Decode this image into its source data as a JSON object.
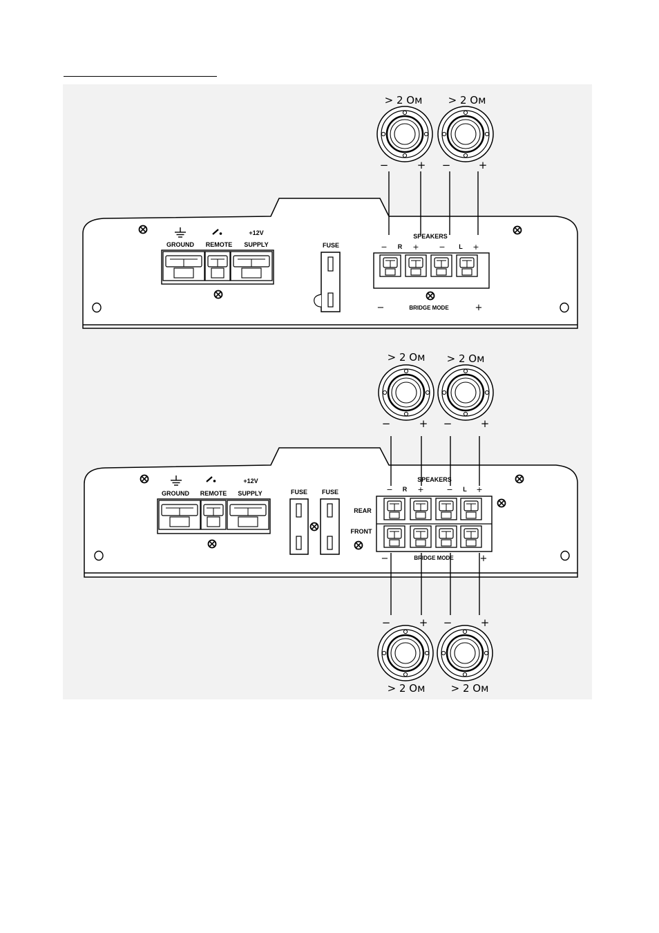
{
  "colors": {
    "ink": "#000000",
    "figure_bg": "#f2f2f2",
    "panel": "#ffffff"
  },
  "speaker_impedance": "> 2 Ом",
  "minus_sign": "−",
  "plus_sign": "+",
  "labels": {
    "ground": "GROUND",
    "remote": "REMOTE",
    "v12": "+12V",
    "supply": "SUPPLY",
    "fuse": "FUSE",
    "speakers": "SPEAKERS",
    "r": "R",
    "l": "L",
    "bridge_mode": "BRIDGE MODE",
    "rear": "REAR",
    "front": "FRONT"
  },
  "icons": [
    "ground-icon",
    "remote-switch-icon",
    "screw-icon",
    "speaker-icon",
    "fuse-icon",
    "terminal-icon"
  ]
}
